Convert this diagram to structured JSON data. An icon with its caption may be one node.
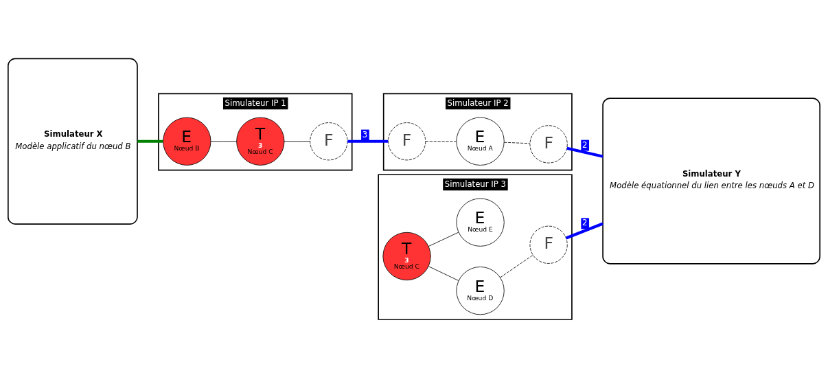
{
  "diagram": {
    "nodes": [
      {
        "text": [
          "Simulateur X",
          "Modèle applicatif du nœud B"
        ]
      },
      {
        "text": [
          "Simulateur IP 1"
        ]
      },
      {
        "text": [
          "F"
        ],
        "in": 1
      },
      {
        "text": [
          "E",
          "Nœud B"
        ],
        "in": 1
      },
      {
        "text": [
          "T",
          "3",
          "Nœud C"
        ],
        "in": 1
      },
      {
        "text": [
          "Simulateur IP 2"
        ]
      },
      {
        "text": [
          "F"
        ],
        "in": 5
      },
      {
        "text": [
          "E",
          "Nœud A"
        ],
        "in": 5
      },
      {
        "text": [
          "F"
        ],
        "in": 5
      },
      {
        "text": [
          "Simulateur IP 3"
        ]
      },
      {
        "text": [
          "T",
          "3",
          "Nœud C"
        ],
        "in": 9
      },
      {
        "text": [
          "E",
          "Nœud D"
        ],
        "in": 9
      },
      {
        "text": [
          "F"
        ],
        "in": 9
      },
      {
        "text": [
          "E",
          "Nœud E"
        ],
        "in": 9
      },
      {
        "text": [
          "Simulateur Y",
          "Modèle équationnel du lien entre les nœuds A et D"
        ]
      }
    ],
    "edges": [
      {
        "from": 0,
        "to": 3,
        "arrow": "none",
        "style": "thick",
        "color": "#008000"
      },
      {
        "from": 3,
        "to": 4,
        "arrow": "none"
      },
      {
        "from": 4,
        "to": 2,
        "arrow": "none"
      },
      {
        "from": 2,
        "to": 6,
        "arrow": "none",
        "label": "3",
        "style": "thick",
        "color": "#0000ff"
      },
      {
        "from": 6,
        "to": 7,
        "arrow": "none",
        "style": "dashed"
      },
      {
        "from": 7,
        "to": 8,
        "arrow": "none",
        "style": "dashed"
      },
      {
        "from": 8,
        "to": 14,
        "arrow": "none",
        "label": "2",
        "style": "thick",
        "color": "#0000ff"
      },
      {
        "from": 10,
        "to": 11,
        "arrow": "none"
      },
      {
        "from": 11,
        "to": 12,
        "arrow": "none",
        "style": "dashed"
      },
      {
        "from": 10,
        "to": 13,
        "arrow": "none"
      },
      {
        "from": 12,
        "to": 14,
        "arrow": "none",
        "label": "2",
        "style": "thick",
        "color": "#0000ff"
      }
    ]
  }
}
